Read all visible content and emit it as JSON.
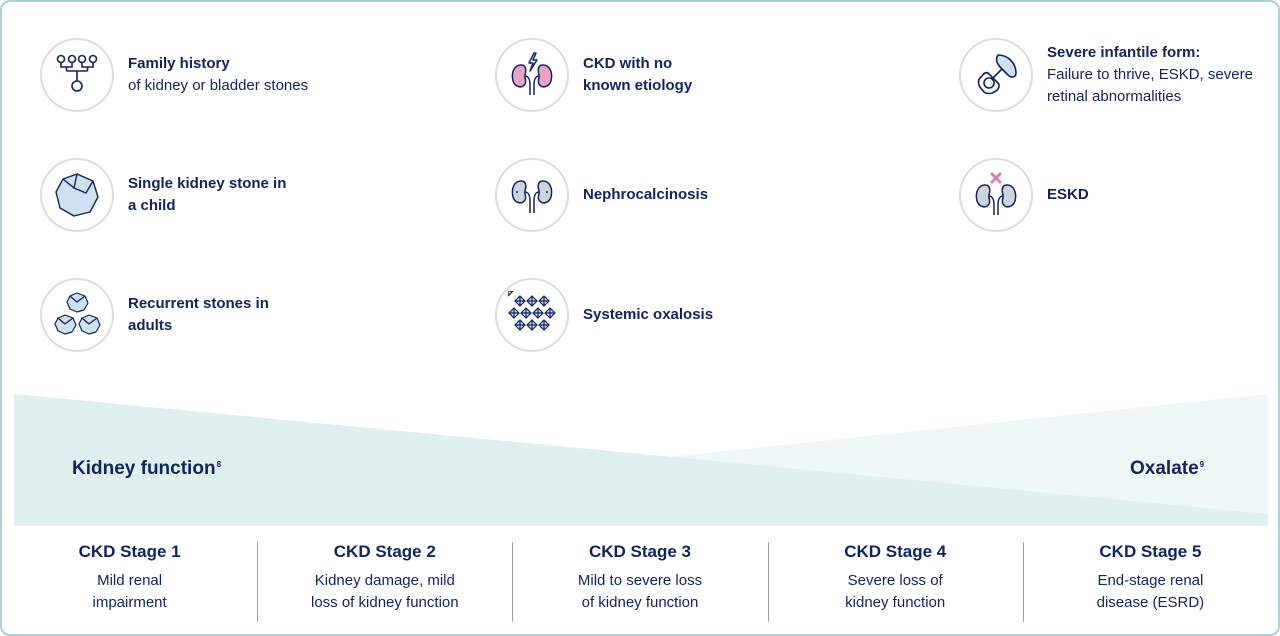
{
  "indicators": [
    {
      "icon": "family-tree-icon",
      "bold": "Family history",
      "light": "of kidney or bladder stones"
    },
    {
      "icon": "single-stone-icon",
      "bold": "Single kidney stone in a child",
      "light": ""
    },
    {
      "icon": "multiple-stones-icon",
      "bold": "Recurrent stones in adults",
      "light": ""
    },
    {
      "icon": "kidney-lightning-icon",
      "bold": "CKD with no known etiology",
      "light": ""
    },
    {
      "icon": "kidney-icon",
      "bold": "Nephrocalcinosis",
      "light": ""
    },
    {
      "icon": "crystals-icon",
      "bold": "Systemic oxalosis",
      "light": ""
    },
    {
      "icon": "pacifier-icon",
      "bold": "Severe infantile form:",
      "light": "Failure to thrive, ESKD, severe retinal abnormalities"
    },
    {
      "icon": "kidney-cross-icon",
      "bold": "ESKD",
      "light": ""
    }
  ],
  "band": {
    "left_label": "Kidney function",
    "left_ref": "8",
    "right_label": "Oxalate",
    "right_ref": "9"
  },
  "stages": [
    {
      "title": "CKD Stage 1",
      "desc": "Mild renal impairment"
    },
    {
      "title": "CKD Stage 2",
      "desc": "Kidney damage, mild loss of kidney function"
    },
    {
      "title": "CKD Stage 3",
      "desc": "Mild to severe loss of kidney function"
    },
    {
      "title": "CKD Stage 4",
      "desc": "Severe loss of kidney function"
    },
    {
      "title": "CKD Stage 5",
      "desc": "End-stage renal disease (ESRD)"
    }
  ],
  "colors": {
    "navy": "#13235b",
    "kidney_pink": "#e9a3c6",
    "kidney_grey": "#cfd4dc",
    "wedge_kidney": "#dff0ee",
    "wedge_oxalate": "#eef7f5",
    "frame": "#a9d3d3"
  }
}
